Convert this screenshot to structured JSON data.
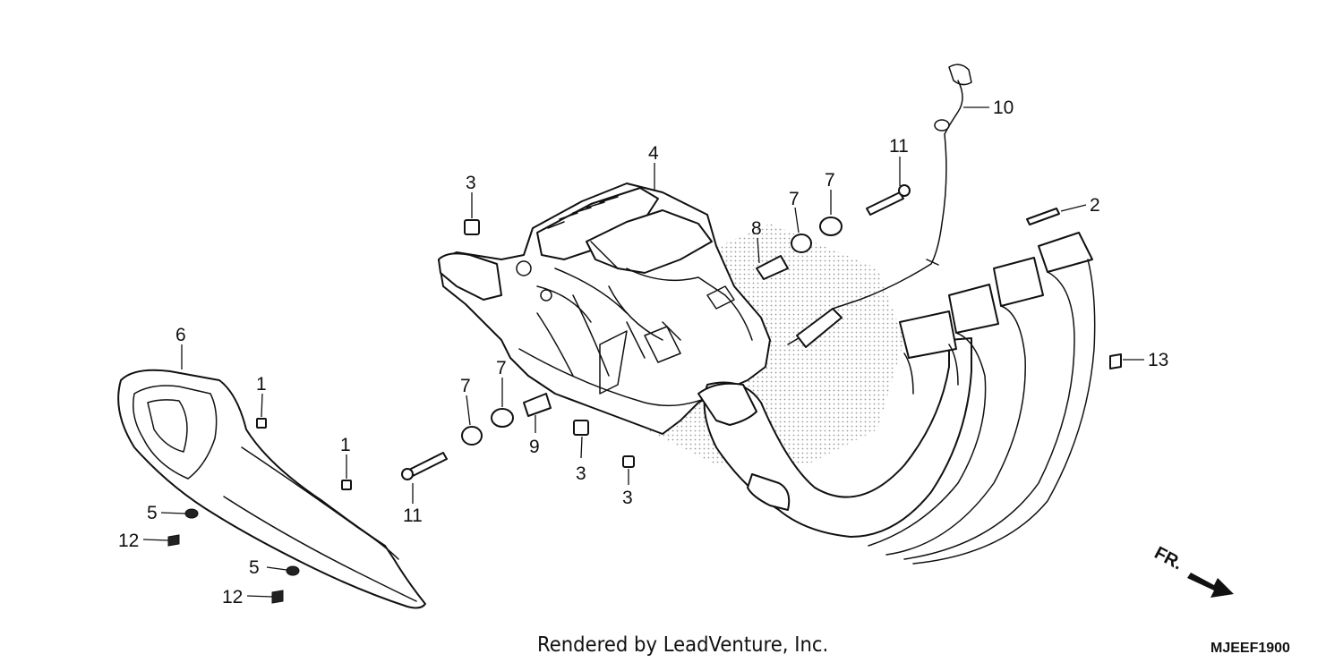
{
  "callouts": {
    "c1a": "1",
    "c1b": "1",
    "c2": "2",
    "c3a": "3",
    "c3b": "3",
    "c3c": "3",
    "c4": "4",
    "c5a": "5",
    "c5b": "5",
    "c6": "6",
    "c7a": "7",
    "c7b": "7",
    "c7c": "7",
    "c7d": "7",
    "c8": "8",
    "c9": "9",
    "c10": "10",
    "c11a": "11",
    "c11b": "11",
    "c12a": "12",
    "c12b": "12",
    "c13": "13"
  },
  "direction_label": "FR.",
  "credit": "Rendered by LeadVenture, Inc.",
  "diagram_code": "MJEEF1900"
}
